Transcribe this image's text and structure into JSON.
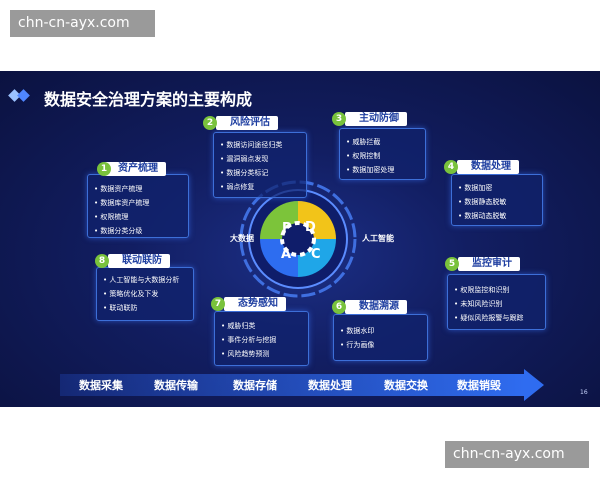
{
  "watermark": {
    "top": "chn-cn-ayx.com",
    "bottom": "chn-cn-ayx.com"
  },
  "slide": {
    "title": "数据安全治理方案的主要构成",
    "page_number": "16",
    "center": {
      "left_label": "大数据",
      "right_label": "人工智能",
      "pdca": [
        "P",
        "D",
        "C",
        "A"
      ]
    },
    "cards": [
      {
        "num": "1",
        "title": "资产梳理",
        "items": [
          "数据资产梳理",
          "数据库资产梳理",
          "权限梳理",
          "数据分类分级"
        ]
      },
      {
        "num": "2",
        "title": "风险评估",
        "items": [
          "数据访问途径归类",
          "漏洞弱点发现",
          "数据分类标记",
          "弱点修复"
        ]
      },
      {
        "num": "3",
        "title": "主动防御",
        "items": [
          "威胁拦截",
          "权限控制",
          "数据加密处理"
        ]
      },
      {
        "num": "4",
        "title": "数据处理",
        "items": [
          "数据加密",
          "数据静态脱敏",
          "数据动态脱敏"
        ]
      },
      {
        "num": "5",
        "title": "监控审计",
        "items": [
          "权限监控和识别",
          "未知风险识别",
          "疑似风险报警与跟踪"
        ]
      },
      {
        "num": "6",
        "title": "数据溯源",
        "items": [
          "数据水印",
          "行为画像"
        ]
      },
      {
        "num": "7",
        "title": "态势感知",
        "items": [
          "威胁归类",
          "事件分析与挖掘",
          "风险趋势预测"
        ]
      },
      {
        "num": "8",
        "title": "联动联防",
        "items": [
          "人工智能与大数据分析",
          "策略优化及下发",
          "联动联防"
        ]
      }
    ],
    "flow_stages": [
      "数据采集",
      "数据传输",
      "数据存储",
      "数据处理",
      "数据交换",
      "数据销毁"
    ]
  },
  "colors": {
    "slide_bg": "#121e62",
    "accent_green": "#79c23c",
    "card_border": "#3d6fd8",
    "flow_blue": "#2f6cf0"
  }
}
